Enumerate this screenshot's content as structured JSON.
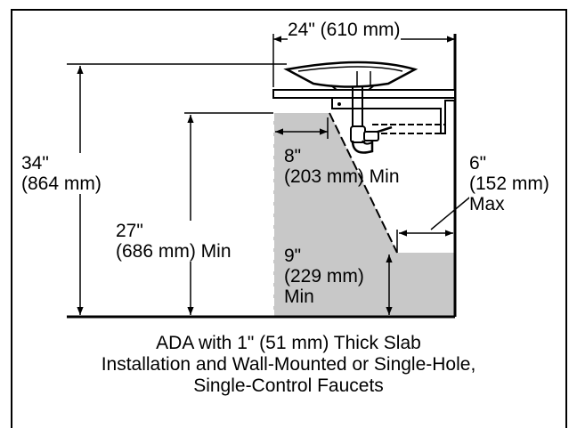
{
  "dimensions": {
    "basin_width": "24\" (610 mm)",
    "rim_height": [
      "34\"",
      "(864 mm)"
    ],
    "knee_height": [
      "27\"",
      "(686 mm) Min"
    ],
    "knee_depth": [
      "8\"",
      "(203 mm) Min"
    ],
    "pipe_clearance": [
      "6\"",
      "(152 mm)",
      "Max"
    ],
    "toe_height": [
      "9\"",
      "(229 mm)",
      "Min"
    ]
  },
  "caption": [
    "ADA with 1\" (51 mm) Thick Slab",
    "Installation and Wall-Mounted or Single-Hole,",
    "Single-Control Faucets"
  ],
  "colors": {
    "line": "#000000",
    "clearance_fill": "#c8c8c8",
    "background": "#ffffff"
  }
}
